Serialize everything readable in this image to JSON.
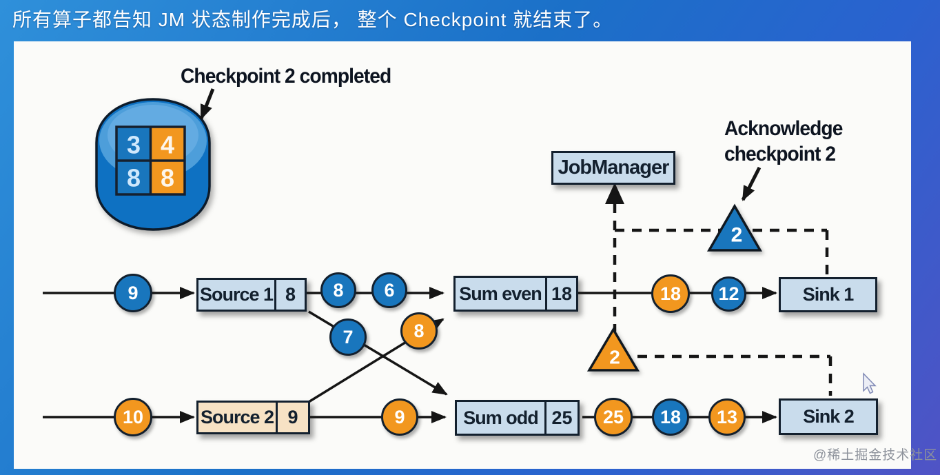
{
  "title_bar": {
    "text": "所有算子都告知 JM 状态制作完成后， 整个 Checkpoint 就结束了。"
  },
  "watermark": {
    "text": "@稀土掘金技术社区"
  },
  "labels": {
    "checkpoint_completed": "Checkpoint 2 completed",
    "acknowledge_line1": "Acknowledge",
    "acknowledge_line2": "checkpoint 2",
    "jobmanager": "JobManager"
  },
  "checkpoint_store": {
    "top_left": "3",
    "top_right": "4",
    "bottom_left": "8",
    "bottom_right": "8"
  },
  "acknowledgement": {
    "sink1_barrier": "2",
    "sink2_barrier": "2"
  },
  "even_stream": {
    "incoming_record": "9",
    "source_label": "Source 1",
    "source_state": "8",
    "record_a": "8",
    "record_b": "6",
    "crossover_record_from_source2": "8",
    "operator_label": "Sum even",
    "operator_state": "18",
    "record_c": "18",
    "record_d": "12",
    "sink_label": "Sink 1"
  },
  "odd_stream": {
    "incoming_record": "10",
    "source_label": "Source 2",
    "source_state": "9",
    "record_a": "9",
    "crossover_record_from_source1": "7",
    "operator_label": "Sum odd",
    "operator_state": "25",
    "record_c": "25",
    "record_d": "18",
    "record_e": "13",
    "sink_label": "Sink 2"
  },
  "colors": {
    "record_blue": "#1976bd",
    "record_orange": "#f2971f",
    "box_blue": "#c9dcec",
    "box_cream": "#f7e2c4",
    "background_blue": "#1b70c8",
    "line_black": "#151515"
  }
}
